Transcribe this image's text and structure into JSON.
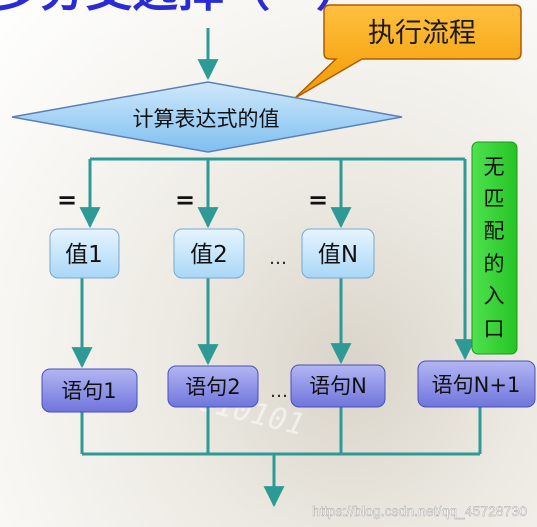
{
  "title_fragment": "多分支选择（一）",
  "callout": {
    "text": "执行流程"
  },
  "decision": {
    "text": "计算表达式的值"
  },
  "equals_sign": "=",
  "values": [
    {
      "text": "值1"
    },
    {
      "text": "值2"
    },
    {
      "text": "值N"
    }
  ],
  "ellipsis": "…",
  "statements": [
    {
      "text": "语句1"
    },
    {
      "text": "语句2"
    },
    {
      "text": "语句N"
    },
    {
      "text": "语句N+1"
    }
  ],
  "no_match": {
    "chars": [
      "无",
      "匹",
      "配",
      "的",
      "入",
      "口"
    ]
  },
  "background_digits": "010101",
  "watermark": "https://blog.csdn.net/qq_45728730",
  "colors": {
    "arrow": "#2e9a95",
    "title": "#2b2bd6",
    "callout_fill": "#f5a000",
    "callout_stroke": "#b05a00",
    "value_box": "#bfe3fb",
    "statement_box": "#8c91e6",
    "diamond": "#8ec8f2",
    "green_bar": "#34d534"
  }
}
